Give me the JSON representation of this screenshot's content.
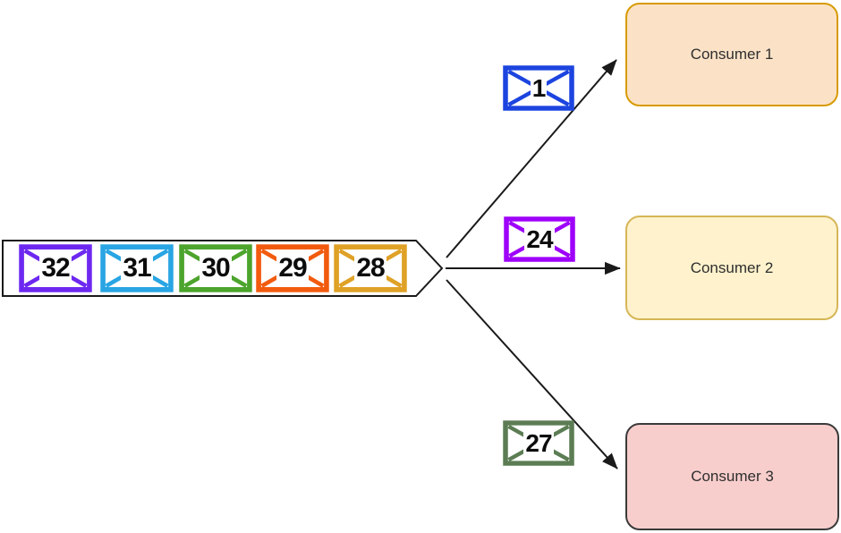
{
  "diagram": {
    "queue": {
      "messages": [
        {
          "label": "32",
          "color": "#6D28F0"
        },
        {
          "label": "31",
          "color": "#29A5E3"
        },
        {
          "label": "30",
          "color": "#4CA42C"
        },
        {
          "label": "29",
          "color": "#F25B0E"
        },
        {
          "label": "28",
          "color": "#DFA126"
        }
      ]
    },
    "in_flight_messages": [
      {
        "label": "1",
        "color": "#1C44DF"
      },
      {
        "label": "24",
        "color": "#9E00FA"
      },
      {
        "label": "27",
        "color": "#5C7D54"
      }
    ],
    "consumers": [
      {
        "label": "Consumer 1",
        "fill": "#FBE2C7",
        "stroke": "#D79B00"
      },
      {
        "label": "Consumer 2",
        "fill": "#FFF2CC",
        "stroke": "#D6B656"
      },
      {
        "label": "Consumer 3",
        "fill": "#F8CECC",
        "stroke": "#3A3A3A"
      }
    ],
    "colors": {
      "connector": "#1A1A1A",
      "queue_fill": "#FFFFFF",
      "label_text": "#2E2E2E"
    }
  }
}
